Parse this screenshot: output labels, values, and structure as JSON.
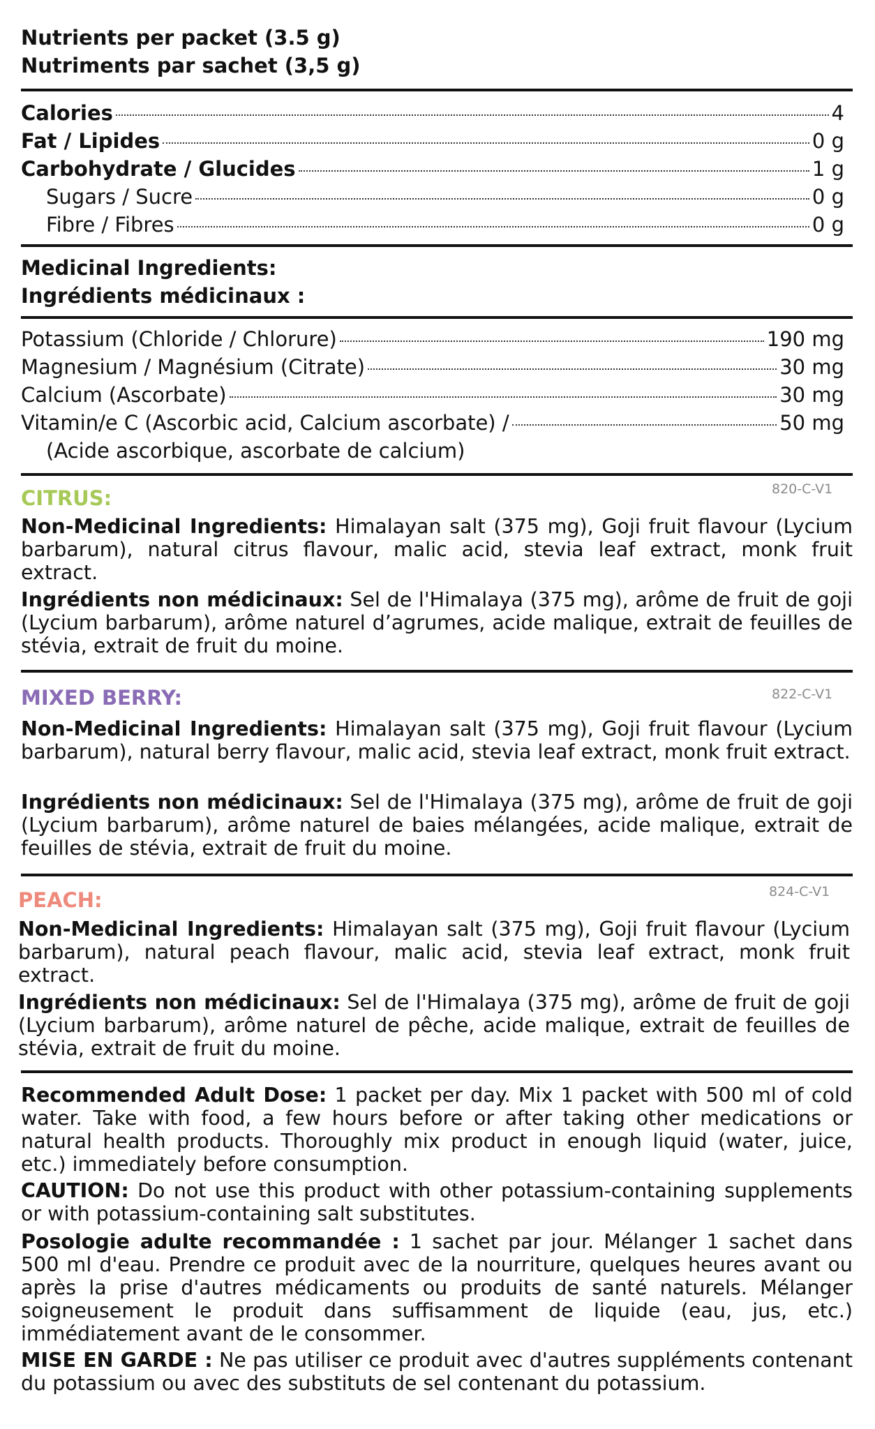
{
  "colors": {
    "citrus": "#a7c957",
    "berry": "#8a6bb5",
    "peach": "#ee8a7c",
    "text": "#111111",
    "code": "#8a8a8a"
  },
  "nutrients": {
    "heading_en": "Nutrients per packet (3.5 g)",
    "heading_fr": "Nutriments par sachet (3,5 g)",
    "rows": [
      {
        "label": "Calories",
        "value": "4"
      },
      {
        "label": "Fat / Lipides",
        "value": "0 g"
      },
      {
        "label": "Carbohydrate / Glucides",
        "value": "1 g"
      },
      {
        "label": "Sugars / Sucre",
        "value": "0 g"
      },
      {
        "label": "Fibre / Fibres",
        "value": "0 g"
      }
    ]
  },
  "medicinal": {
    "heading_en": "Medicinal Ingredients:",
    "heading_fr": "Ingrédients médicinaux :",
    "rows": [
      {
        "label": "Potassium (Chloride / Chlorure)",
        "value": "190 mg"
      },
      {
        "label": "Magnesium / Magnésium (Citrate)",
        "value": "30 mg"
      },
      {
        "label": "Calcium (Ascorbate)",
        "value": "30 mg"
      },
      {
        "label": "Vitamin/e C (Ascorbic acid, Calcium ascorbate) /",
        "value": "50 mg"
      }
    ],
    "vitc_fr": "(Acide ascorbique, ascorbate de calcium)"
  },
  "flavors": [
    {
      "name": "CITRUS:",
      "code": "820-C-V1",
      "en_label": "Non-Medicinal Ingredients:",
      "en_text": " Himalayan salt (375 mg), Goji fruit flavour (Lycium barbarum), natural citrus flavour, malic acid, stevia leaf extract, monk fruit extract.",
      "fr_label": "Ingrédients non médicinaux:",
      "fr_text": " Sel de l'Himalaya (375 mg), arôme de fruit de goji (Lycium barbarum), arôme naturel d’agrumes, acide malique, extrait de feuilles de stévia, extrait de fruit du moine."
    },
    {
      "name": "MIXED BERRY:",
      "code": "822-C-V1",
      "en_label": "Non-Medicinal Ingredients:",
      "en_text": " Himalayan salt (375 mg), Goji fruit flavour (Lycium barbarum), natural berry flavour, malic acid, stevia leaf extract, monk fruit extract.",
      "fr_label": "Ingrédients non médicinaux:",
      "fr_text": " Sel de l'Himalaya (375 mg), arôme de fruit de goji (Lycium barbarum), arôme naturel de baies mélangées, acide malique, extrait de feuilles de stévia, extrait de fruit du moine."
    },
    {
      "name": "PEACH:",
      "code": "824-C-V1",
      "en_label": "Non-Medicinal Ingredients:",
      "en_text": " Himalayan salt (375 mg), Goji fruit flavour (Lycium barbarum), natural peach flavour, malic acid, stevia leaf extract, monk fruit extract.",
      "fr_label": "Ingrédients non médicinaux:",
      "fr_text": " Sel de l'Himalaya (375 mg), arôme de fruit de goji (Lycium barbarum), arôme naturel de pêche, acide malique, extrait de feuilles de stévia, extrait de fruit du moine."
    }
  ],
  "directions": {
    "dose_en_label": "Recommended Adult Dose:",
    "dose_en_text": " 1 packet per day. Mix 1 packet with 500 ml of cold water. Take with food, a few hours before or after taking other medications or natural health products. Thoroughly mix product in enough liquid (water, juice, etc.) immediately before consumption.",
    "caution_en_label": "CAUTION:",
    "caution_en_text": " Do not use this product with other potassium-containing supplements or with potassium-containing salt substitutes.",
    "dose_fr_label": "Posologie adulte recommandée :",
    "dose_fr_text": " 1 sachet par jour. Mélanger 1 sachet dans 500 ml d'eau. Prendre ce produit avec de la nourriture, quelques heures avant ou après la prise d'autres médicaments ou produits de santé naturels. Mélanger soigneusement le produit dans suffisamment de liquide (eau, jus, etc.) immédiatement avant de le consommer.",
    "caution_fr_label": "MISE EN GARDE :",
    "caution_fr_text": " Ne pas utiliser ce produit avec d'autres suppléments contenant du potassium ou avec des substituts de sel contenant du potassium."
  }
}
